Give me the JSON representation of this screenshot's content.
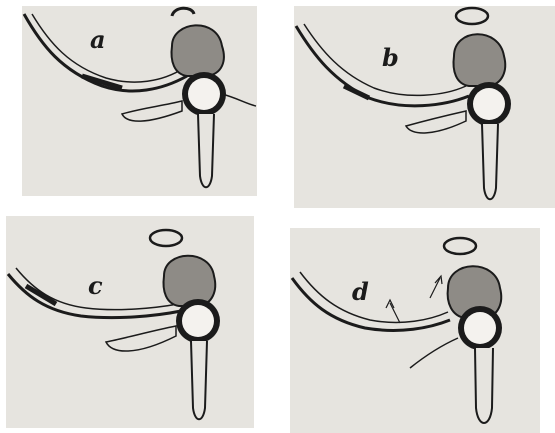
{
  "figure": {
    "panels": [
      {
        "id": "a",
        "label": "a"
      },
      {
        "id": "b",
        "label": "b"
      },
      {
        "id": "c",
        "label": "c"
      },
      {
        "id": "d",
        "label": "d"
      }
    ]
  },
  "colors": {
    "paper": "#e6e4df",
    "ink": "#1b1b1b",
    "bone_fill": "#8e8b86",
    "canal_fill": "#f4f2ee"
  }
}
